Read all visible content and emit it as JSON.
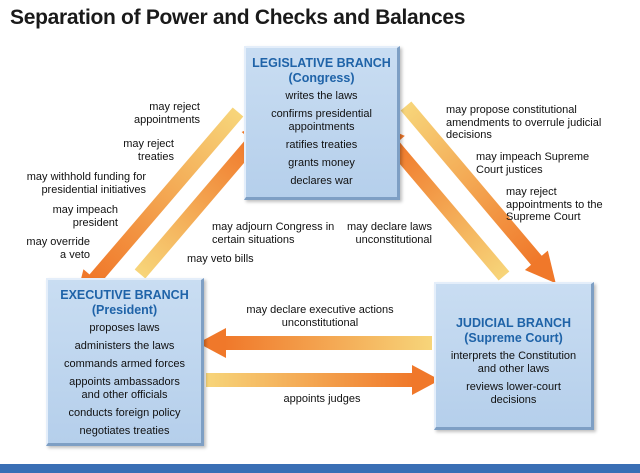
{
  "title": "Separation of Power and Checks and Balances",
  "colors": {
    "box_title": "#1f63a8",
    "box_fill": "#c2d8ef",
    "arrow_orange": "#f07a2a",
    "arrow_yellow": "#f6cf6a",
    "footer": "#3a6fb5"
  },
  "legislative": {
    "title": "LEGISLATIVE BRANCH",
    "subtitle": "(Congress)",
    "powers": [
      "writes the laws",
      "confirms presidential appointments",
      "ratifies treaties",
      "grants money",
      "declares war"
    ]
  },
  "executive": {
    "title": "EXECUTIVE BRANCH",
    "subtitle": "(President)",
    "powers": [
      "proposes laws",
      "administers the laws",
      "commands armed forces",
      "appoints ambassadors and other officials",
      "conducts foreign policy",
      "negotiates treaties"
    ]
  },
  "judicial": {
    "title": "JUDICIAL BRANCH",
    "subtitle": "(Supreme Court)",
    "powers": [
      "interprets the Constitution and other laws",
      "reviews lower-court decisions"
    ]
  },
  "checks": {
    "legislative_on_executive": [
      "may reject appointments",
      "may reject treaties",
      "may withhold funding for presidential initiatives",
      "may impeach president",
      "may override a veto"
    ],
    "executive_on_legislative": [
      "may adjourn Congress in certain situations",
      "may veto bills"
    ],
    "legislative_on_judicial": [
      "may propose constitutional amendments to overrule judicial decisions",
      "may impeach Supreme Court justices",
      "may reject appointments to the Supreme Court"
    ],
    "judicial_on_legislative": [
      "may declare laws unconstitutional"
    ],
    "judicial_on_executive": [
      "may declare executive actions unconstitutional"
    ],
    "executive_on_judicial": [
      "appoints judges"
    ]
  }
}
